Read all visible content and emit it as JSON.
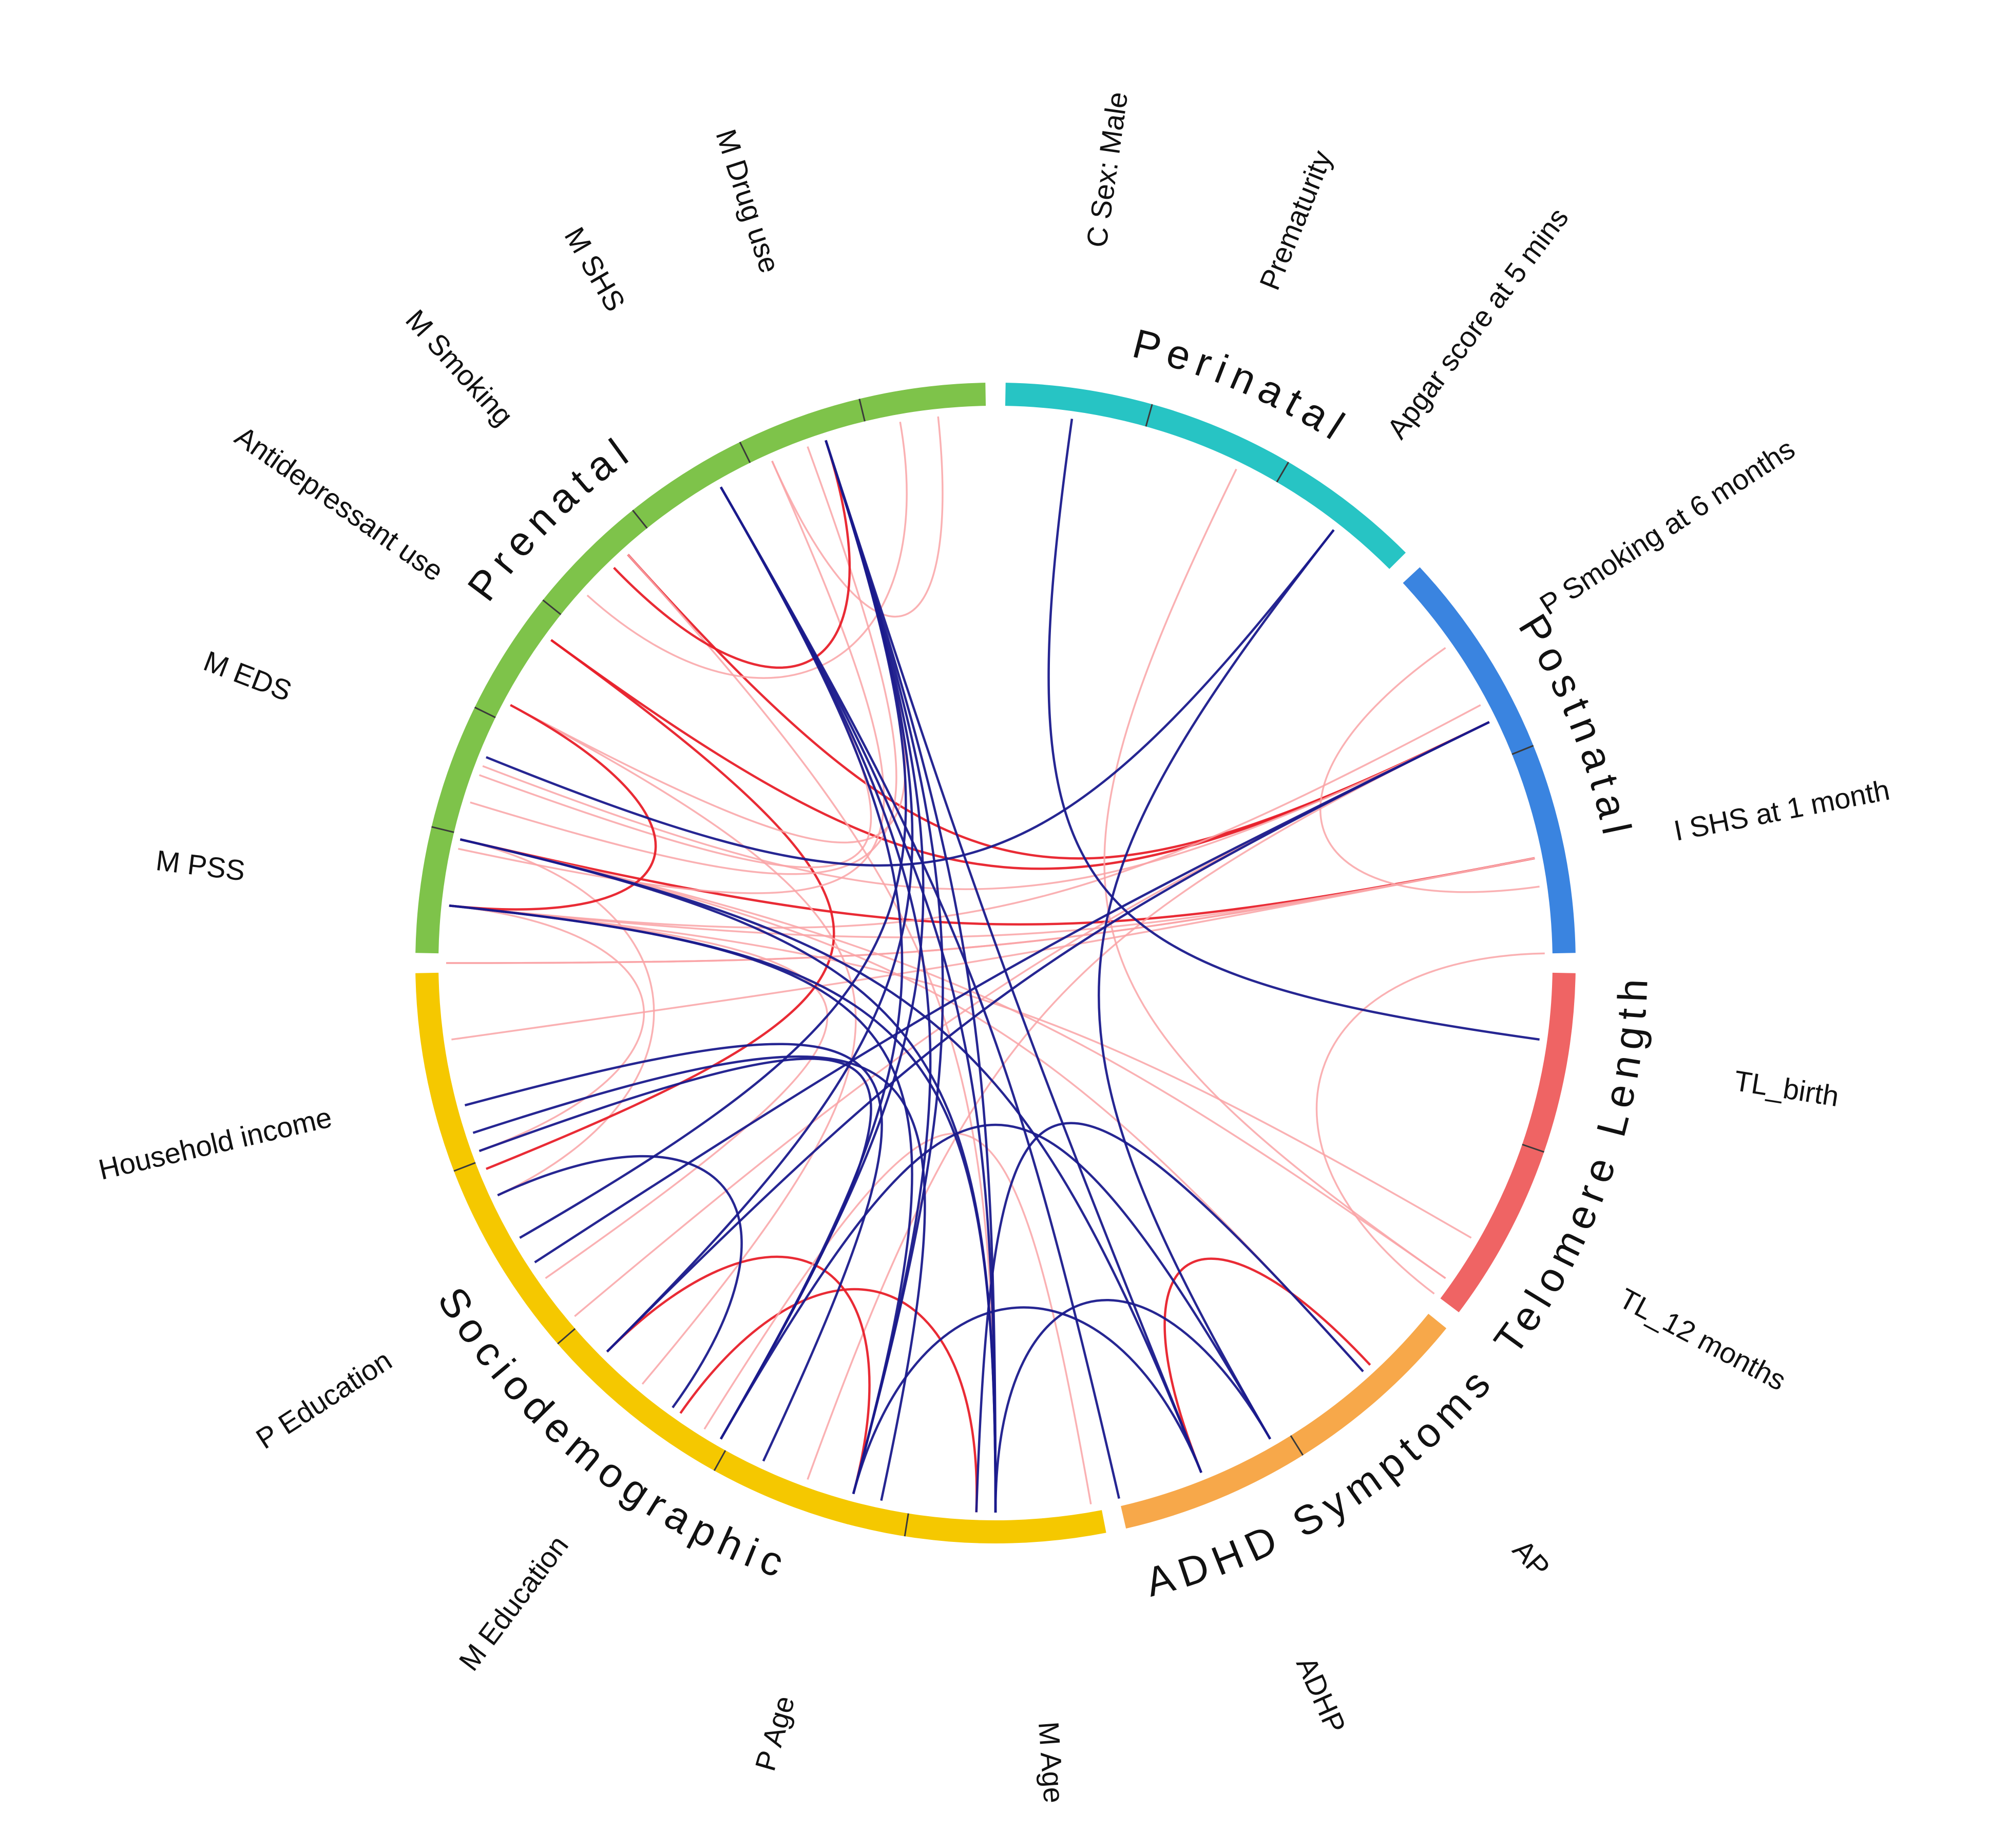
{
  "colors": {
    "negative_strong": "#1a1a8c",
    "positive_strong": "#e8202a",
    "positive_weak": "#f9a3a6"
  },
  "groups": [
    {
      "id": "prenatal",
      "label": "Prenatal",
      "color": "#7ec34a",
      "start": 271,
      "end": 359,
      "segments": 7
    },
    {
      "id": "perinatal",
      "label": "Perinatal",
      "color": "#27c4c4",
      "start": 1,
      "end": 45,
      "segments": 3
    },
    {
      "id": "postnatal",
      "label": "Postnatal",
      "color": "#3a84e0",
      "start": 47,
      "end": 89,
      "segments": 2
    },
    {
      "id": "telomere",
      "label": "Telomere Length",
      "color": "#ef6464",
      "start": 91,
      "end": 127,
      "segments": 2
    },
    {
      "id": "adhd",
      "label": "ADHD Symptoms",
      "color": "#f7a84a",
      "start": 129,
      "end": 167,
      "segments": 2
    },
    {
      "id": "sociodemographic",
      "label": "Sociodemographic",
      "color": "#f5c800",
      "start": 169,
      "end": 269,
      "segments": 5
    }
  ],
  "variables": [
    {
      "label": "M Drug use",
      "angle": 342
    },
    {
      "label": "M SHS",
      "angle": 330
    },
    {
      "label": "M Smoking",
      "angle": 318
    },
    {
      "label": "Antidepressant use",
      "angle": 305
    },
    {
      "label": "M EDS",
      "angle": 291
    },
    {
      "label": "M PSS",
      "angle": 277
    },
    {
      "label": "C Sex: Male",
      "angle": 8
    },
    {
      "label": "Prematurity",
      "angle": 22
    },
    {
      "label": "Apgar score at 5 mins",
      "angle": 37
    },
    {
      "label": "P Smoking at 6 months",
      "angle": 57
    },
    {
      "label": "I SHS at 1 month",
      "angle": 79
    },
    {
      "label": "TL_birth",
      "angle": 99
    },
    {
      "label": "TL_12 months",
      "angle": 118
    },
    {
      "label": "AP",
      "angle": 138
    },
    {
      "label": "ADHP",
      "angle": 156
    },
    {
      "label": "M Age",
      "angle": 176
    },
    {
      "label": "P Age",
      "angle": 196
    },
    {
      "label": "M Education",
      "angle": 217
    },
    {
      "label": "P Education",
      "angle": 237
    },
    {
      "label": "Household income",
      "angle": 257
    }
  ],
  "links": [
    {
      "from": 306,
      "to": 64,
      "type": "positive_strong"
    },
    {
      "from": 318,
      "to": 64,
      "type": "positive_strong"
    },
    {
      "from": 291,
      "to": 64,
      "type": "positive_weak"
    },
    {
      "from": 283,
      "to": 79,
      "type": "positive_strong"
    },
    {
      "from": 276,
      "to": 79,
      "type": "positive_weak"
    },
    {
      "from": 276,
      "to": 62,
      "type": "positive_weak"
    },
    {
      "from": 270,
      "to": 79,
      "type": "positive_weak"
    },
    {
      "from": 262,
      "to": 79,
      "type": "positive_weak"
    },
    {
      "from": 298,
      "to": 220,
      "type": "positive_weak"
    },
    {
      "from": 276,
      "to": 235,
      "type": "positive_weak"
    },
    {
      "from": 283,
      "to": 245,
      "type": "positive_weak"
    },
    {
      "from": 276,
      "to": 250,
      "type": "positive_weak"
    },
    {
      "from": 248,
      "to": 306,
      "type": "positive_strong"
    },
    {
      "from": 283,
      "to": 125,
      "type": "positive_weak"
    },
    {
      "from": 276,
      "to": 120,
      "type": "positive_weak"
    },
    {
      "from": 283,
      "to": 138,
      "type": "positive_weak"
    },
    {
      "from": 26,
      "to": 125,
      "type": "positive_weak"
    },
    {
      "from": 64,
      "to": 200,
      "type": "positive_weak"
    },
    {
      "from": 64,
      "to": 230,
      "type": "positive_weak"
    },
    {
      "from": 79,
      "to": 270,
      "type": "positive_weak"
    },
    {
      "from": 89,
      "to": 127,
      "type": "positive_weak"
    },
    {
      "from": 318,
      "to": 180,
      "type": "positive_weak"
    },
    {
      "from": 354,
      "to": 336,
      "type": "positive_weak"
    },
    {
      "from": 350,
      "to": 312,
      "type": "positive_weak"
    },
    {
      "from": 342,
      "to": 298,
      "type": "positive_weak"
    },
    {
      "from": 340,
      "to": 287,
      "type": "positive_weak"
    },
    {
      "from": 336,
      "to": 282,
      "type": "positive_weak"
    },
    {
      "from": 330,
      "to": 290,
      "type": "positive_weak"
    },
    {
      "from": 342,
      "to": 316,
      "type": "positive_strong"
    },
    {
      "from": 298,
      "to": 276,
      "type": "positive_strong"
    },
    {
      "from": 215,
      "to": 182,
      "type": "positive_strong"
    },
    {
      "from": 225,
      "to": 195,
      "type": "positive_strong"
    },
    {
      "from": 212,
      "to": 170,
      "type": "positive_weak"
    },
    {
      "from": 55,
      "to": 82,
      "type": "positive_weak"
    },
    {
      "from": 137,
      "to": 158,
      "type": "positive_strong"
    },
    {
      "from": 8,
      "to": 98,
      "type": "negative_strong"
    },
    {
      "from": 38,
      "to": 292,
      "type": "negative_strong"
    },
    {
      "from": 38,
      "to": 150,
      "type": "negative_strong"
    },
    {
      "from": 64,
      "to": 225,
      "type": "negative_strong"
    },
    {
      "from": 64,
      "to": 237,
      "type": "negative_strong"
    },
    {
      "from": 342,
      "to": 240,
      "type": "negative_strong"
    },
    {
      "from": 342,
      "to": 225,
      "type": "negative_strong"
    },
    {
      "from": 342,
      "to": 210,
      "type": "negative_strong"
    },
    {
      "from": 342,
      "to": 195,
      "type": "negative_strong"
    },
    {
      "from": 342,
      "to": 180,
      "type": "negative_strong"
    },
    {
      "from": 342,
      "to": 158,
      "type": "negative_strong"
    },
    {
      "from": 330,
      "to": 195,
      "type": "negative_strong"
    },
    {
      "from": 330,
      "to": 210,
      "type": "negative_strong"
    },
    {
      "from": 330,
      "to": 180,
      "type": "negative_strong"
    },
    {
      "from": 330,
      "to": 167,
      "type": "negative_strong"
    },
    {
      "from": 283,
      "to": 158,
      "type": "negative_strong"
    },
    {
      "from": 283,
      "to": 180,
      "type": "negative_strong"
    },
    {
      "from": 276,
      "to": 180,
      "type": "negative_strong"
    },
    {
      "from": 276,
      "to": 195,
      "type": "negative_strong"
    },
    {
      "from": 210,
      "to": 150,
      "type": "negative_strong"
    },
    {
      "from": 195,
      "to": 158,
      "type": "negative_strong"
    },
    {
      "from": 180,
      "to": 150,
      "type": "negative_strong"
    },
    {
      "from": 182,
      "to": 138,
      "type": "negative_strong"
    },
    {
      "from": 255,
      "to": 205,
      "type": "negative_strong"
    },
    {
      "from": 252,
      "to": 192,
      "type": "negative_strong"
    },
    {
      "from": 250,
      "to": 210,
      "type": "negative_strong"
    },
    {
      "from": 245,
      "to": 216,
      "type": "negative_strong"
    }
  ]
}
